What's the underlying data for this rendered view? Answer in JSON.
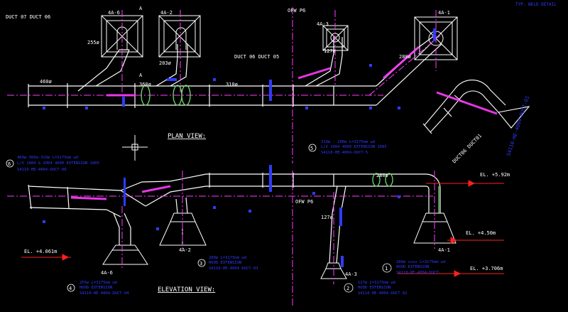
{
  "colors": {
    "background": "#000000",
    "duct": "#ffffff",
    "centerline": "#ff3cff",
    "dimension": "#2f3bff",
    "level": "#ff2020",
    "accent": "#6fdc6f",
    "fill": "#ff3cff"
  },
  "corner_note": "TYP. WELD DETAIL",
  "plan": {
    "title": "PLAN VIEW:",
    "labels": {
      "duct07_06": "DUCT 07  DUCT 06",
      "duct06_05": "DUCT 06  DUCT 05",
      "hood_a6": "4A-6",
      "hood_a2": "4A-2",
      "hood_a3": "4A-3",
      "hood_a1": "4A-1",
      "sec_a_top": "A",
      "sec_a_bot": "A",
      "d460": "460ø",
      "d255": "255ø",
      "d203": "203ø",
      "d360": "360ø",
      "d310": "310ø",
      "d127": "127ø",
      "d280": "280ø",
      "of_col": "OFW P6",
      "duct_iso": "DUCT06  DUCT01",
      "dwg_ref": "S4110-HE-4004-DUCT-01"
    },
    "callouts": [
      {
        "num": "6",
        "l1": "460ø-360ø-310ø L=3175mm wd",
        "l2": "L/V 1004 & 2004 4000 EXTENSION 1005",
        "l3": "S4110-HE-4004-DUCT-06"
      },
      {
        "num": "5",
        "l1": "310ø - 280ø L=3175mm wd",
        "l2": "L/V 1004 4000 EXTENSION 1005",
        "l3": "S4110-HE-4004-DUCT-5"
      }
    ]
  },
  "elevation": {
    "title": "ELEVATION VIEW:",
    "levels": [
      "EL. +5.92m",
      "EL. +4.50m",
      "EL. +4.061m",
      "EL. +3.706m"
    ],
    "labels": {
      "hood_a2": "4A-2",
      "hood_a6": "4A-6",
      "hood_a3": "4A-3",
      "hood_a1": "4A-1",
      "d280": "280ø",
      "d127": "127ø",
      "of_col": "OFW P6"
    },
    "callouts": [
      {
        "num": "3",
        "l1": "280ø L=3175mm wd",
        "l2": "HOOD EXTENSION",
        "l3": "S4110-HE-4004-DUCT-03"
      },
      {
        "num": "1",
        "l1": "280ø ssss L=3175mm wd",
        "l2": "HOOD EXTENSION",
        "l3": "S4110-HE-4004-DUCT-"
      },
      {
        "num": "4",
        "l1": "255ø L=3175mm wd",
        "l2": "HOOD EXTENSION",
        "l3": "S4110-HE-4004-DUCT-04"
      },
      {
        "num": "2",
        "l1": "127ø L=3175mm wd",
        "l2": "HOOD EXTENSION",
        "l3": "S4110-HE-4004-DUCT-02"
      }
    ]
  }
}
